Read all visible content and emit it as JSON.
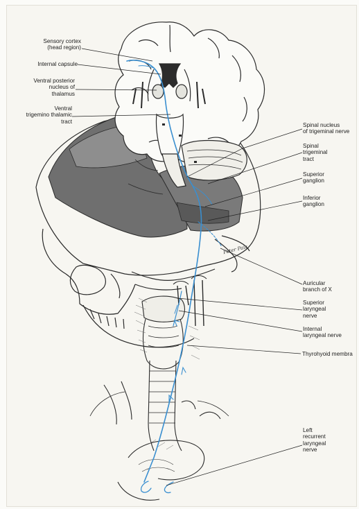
{
  "labels": {
    "sensory_cortex": "Sensory cortex\n(head region)",
    "internal_capsule": "Internal capsule",
    "vpm_nucleus": "Ventral posterior\nnucleus of\nthalamus",
    "ventral_trigeminothalamic": "Ventral\ntrigemino thalamic\ntract",
    "spinal_nucleus": "Spinal nucleus\nof trigeminal nerve",
    "spinal_trigeminal_tract": "Spinal\ntrigeminal\ntract",
    "superior_ganglion": "Superior\nganglion",
    "inferior_ganglion": "Inferior\nganglion",
    "auricular_branch": "Auricular\nbranch of X",
    "superior_laryngeal": "Superior\nlaryngeal\nnerve",
    "internal_laryngeal": "Internal\nlaryngeal nerve",
    "thyrohyoid": "Thyrohyoid membra",
    "left_recurrent": "Left\nrecurrent\nlaryngeal\nnerve"
  },
  "signature": "Peter Paiz",
  "colors": {
    "pathway": "#3a8fd0",
    "ink": "#2a2a2a",
    "shadow": "#7d7d7d",
    "paper": "#f7f6f1"
  }
}
